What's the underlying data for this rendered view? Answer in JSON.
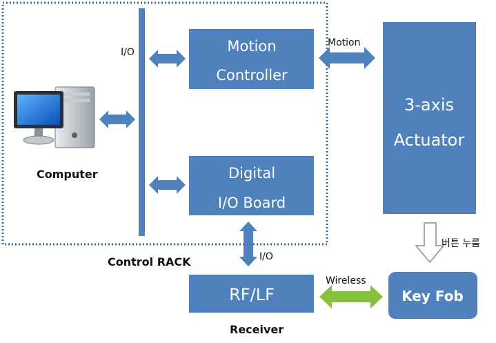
{
  "colors": {
    "box_blue": "#4F81BD",
    "dotted_border": "#3E6A9E",
    "wireless_green": "#86C03F",
    "hollow_arrow_border": "#8C8C8C"
  },
  "labels": {
    "io_bus": "I/O",
    "computer": "Computer",
    "control_rack": "Control RACK",
    "motion": "Motion",
    "io_below": "I/O",
    "wireless": "Wireless",
    "button_press": "버튼 누름",
    "receiver": "Receiver"
  },
  "boxes": {
    "motion_controller": {
      "line1": "Motion",
      "line2": "Controller"
    },
    "digital_io": {
      "line1": "Digital",
      "line2": "I/O Board"
    },
    "actuator": {
      "line1": "3-axis",
      "line2": "Actuator"
    },
    "rflf": {
      "label": "RF/LF"
    },
    "keyfob": {
      "label": "Key Fob"
    }
  },
  "icons": {
    "computer": "desktop-computer-icon"
  }
}
